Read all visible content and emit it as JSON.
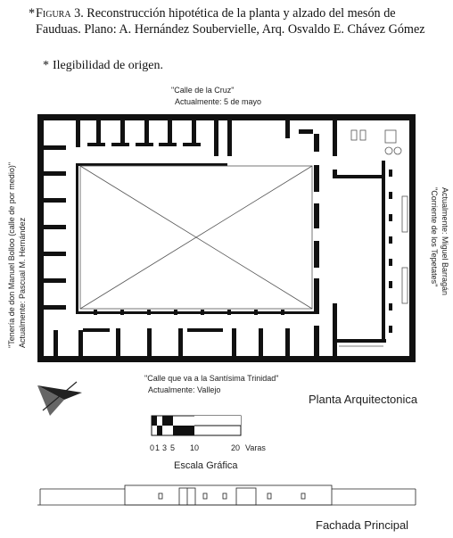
{
  "caption": {
    "star": "*",
    "figure_word": "Figura",
    "figure_number": "3.",
    "text": "Reconstrucción hipotética de la planta y alzado del mesón de Fauduas. Plano: A. Hernández Soubervielle, Arq. Osvaldo E. Chávez Gómez"
  },
  "note": {
    "star": "*",
    "text": "Ilegibilidad de origen."
  },
  "plan": {
    "north_street": [
      "\"Calle de la Cruz\"",
      "Actualmente: 5 de mayo"
    ],
    "west_street": [
      "\"Tenería de don Manuel Bolloo (calle de por medio)\"",
      "Actualmente: Pascual M. Hernández"
    ],
    "east_street": [
      "\"Corriente de los Tepetates\"",
      "Actualmente: Miguel Barragán"
    ],
    "south_street": [
      "\"Calle que va a la Santísima Trinidad\"",
      "Actualmente: Vallejo"
    ],
    "plan_title": "Planta Arquitectonica"
  },
  "scale": {
    "ticks": [
      "0",
      "1",
      "3",
      "5",
      "10",
      "20"
    ],
    "unit": "Varas",
    "title": "Escala Gráfica"
  },
  "elevation": {
    "title": "Fachada Principal"
  }
}
